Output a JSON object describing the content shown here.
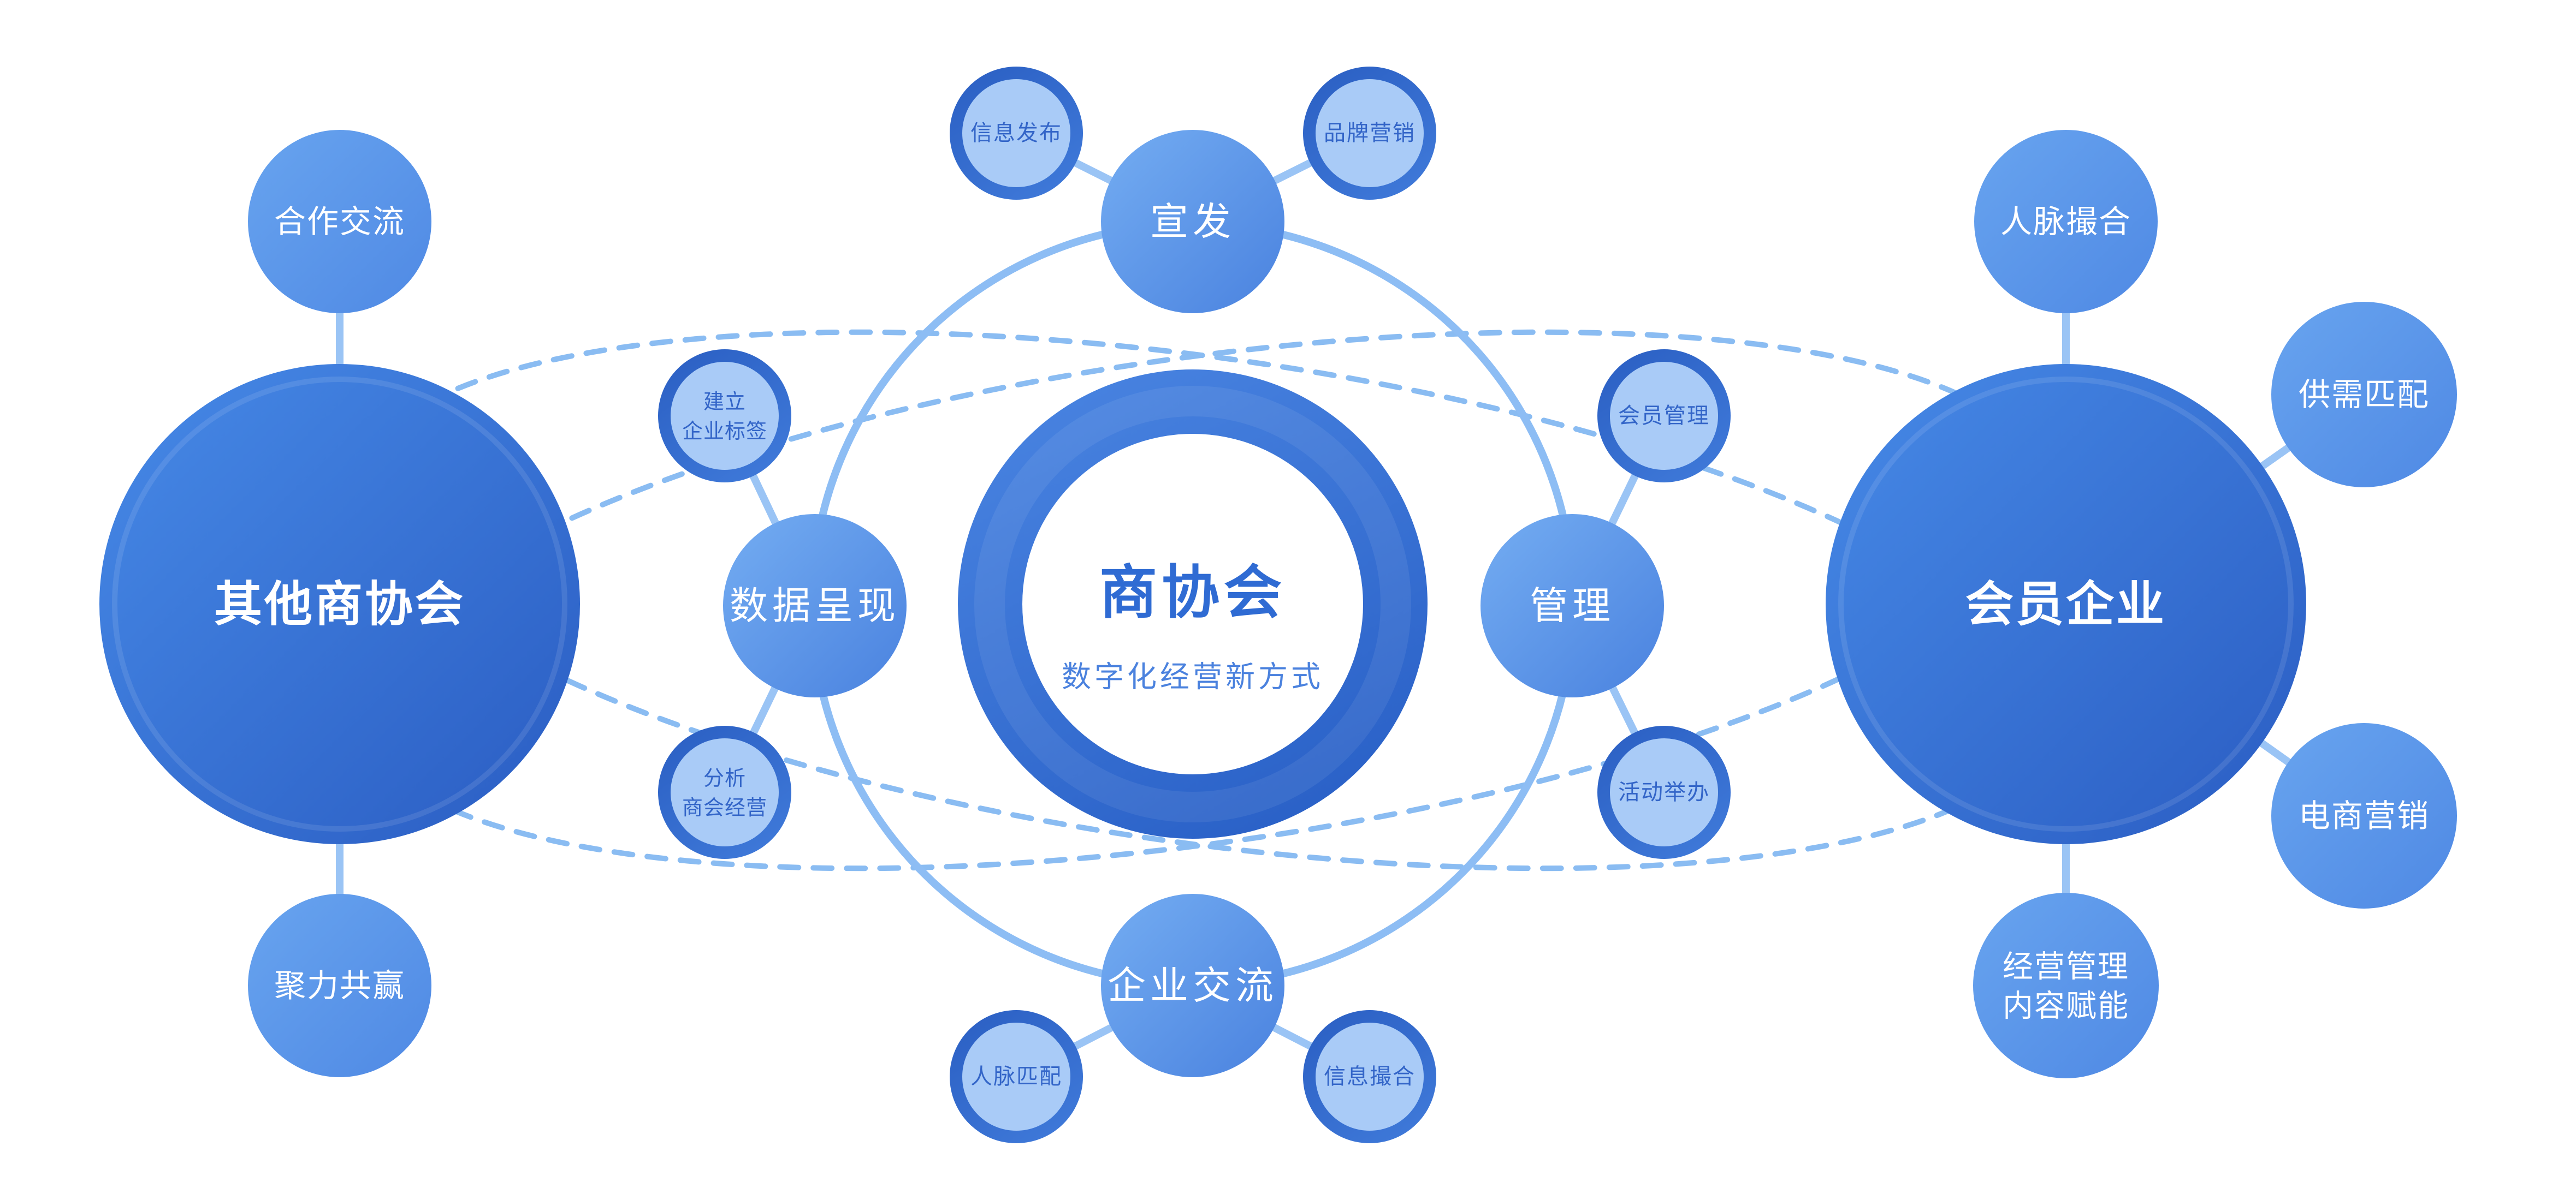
{
  "center": {
    "title": "商协会",
    "subtitle": "数字化经营新方式"
  },
  "hubs": [
    {
      "label": "宣发",
      "satellites": [
        {
          "label": "信息发布"
        },
        {
          "label": "品牌营销"
        }
      ]
    },
    {
      "label": "数据呈现",
      "satellites": [
        {
          "lines": [
            "建立",
            "企业标签"
          ]
        },
        {
          "lines": [
            "分析",
            "商会经营"
          ]
        }
      ]
    },
    {
      "label": "管理",
      "satellites": [
        {
          "label": "会员管理"
        },
        {
          "label": "活动举办"
        }
      ]
    },
    {
      "label": "企业交流",
      "satellites": [
        {
          "label": "人脉匹配"
        },
        {
          "label": "信息撮合"
        }
      ]
    }
  ],
  "groups": [
    {
      "label": "其他商协会",
      "satellites": [
        {
          "label": "合作交流"
        },
        {
          "label": "聚力共赢"
        }
      ]
    },
    {
      "label": "会员企业",
      "satellites": [
        {
          "label": "人脉撮合"
        },
        {
          "label": "供需匹配"
        },
        {
          "label": "电商营销"
        },
        {
          "lines": [
            "经营管理",
            "内容赋能"
          ]
        }
      ]
    }
  ],
  "colors": {
    "background": "#ffffff",
    "group_gradient": [
      "#478AE7",
      "#2A5CC2"
    ],
    "donut_gradient": [
      "#4A85E2",
      "#2B62C8"
    ],
    "hub_gradient": [
      "#74ADF2",
      "#4A82DF"
    ],
    "side_satellite_gradient": [
      "#68A4EF",
      "#4F89E4"
    ],
    "ring_gradient": [
      "#2A5EC2",
      "#3E78D8"
    ],
    "ring_inner_fill": "#A9CBF7",
    "ring_text": "#3365C8",
    "center_title_text": "#2F6BD3",
    "center_subtitle_text": "#4B82DE",
    "orbit_stroke": "#8DBDF4",
    "connector_stroke": "#9AC4F5",
    "dashed_stroke": "#8ABCF2"
  }
}
